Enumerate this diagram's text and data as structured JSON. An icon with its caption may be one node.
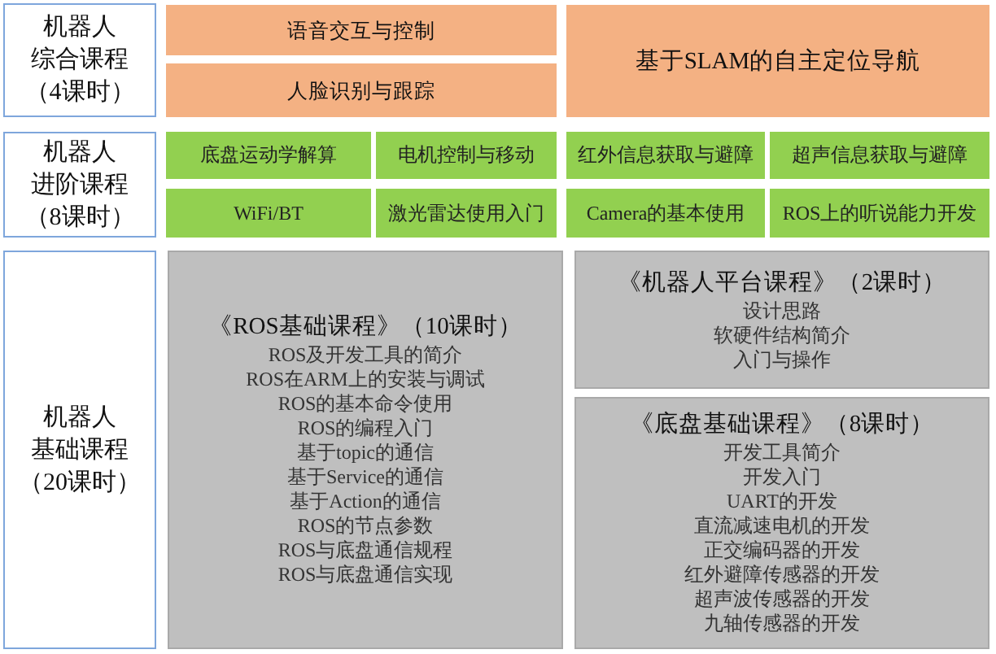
{
  "diagram": {
    "nodes": [
      {
        "text": [
          "机器人综合课程（4课时）"
        ]
      },
      {
        "text": [
          "语音交互与控制"
        ]
      },
      {
        "text": [
          "人脸识别与跟踪"
        ]
      },
      {
        "text": [
          "基于SLAM的自主定位导航"
        ]
      },
      {
        "text": [
          "机器人进阶课程（8课时）"
        ]
      },
      {
        "text": [
          "底盘运动学解算"
        ]
      },
      {
        "text": [
          "电机控制与移动"
        ]
      },
      {
        "text": [
          "红外信息获取与避障"
        ]
      },
      {
        "text": [
          "超声信息获取与避障"
        ]
      },
      {
        "text": [
          "WiFi/BT"
        ]
      },
      {
        "text": [
          "激光雷达使用入门"
        ]
      },
      {
        "text": [
          "Camera的基本使用"
        ]
      },
      {
        "text": [
          "ROS上的听说能力开发"
        ]
      },
      {
        "text": [
          "机器人基础课程（20课时）"
        ]
      },
      {
        "text": [
          "《ROS基础课程》（10课时）",
          "ROS及开发工具的简介",
          "ROS在ARM上的安装与调试",
          "ROS的基本命令使用",
          "ROS的编程入门",
          "基于topic的通信",
          "基于Service的通信",
          "基于Action的通信",
          "ROS的节点参数",
          "ROS与底盘通信规程",
          "ROS与底盘通信实现"
        ]
      },
      {
        "text": [
          "《机器人平台课程》（2课时）",
          "设计思路",
          "软硬件结构简介",
          "入门与操作"
        ]
      },
      {
        "text": [
          "《底盘基础课程》（8课时）",
          "开发工具简介",
          "开发入门",
          "UART的开发",
          "直流减速电机的开发",
          "正交编码器的开发",
          "红外避障传感器的开发",
          "超声波传感器的开发",
          "九轴传感器的开发"
        ]
      }
    ]
  }
}
